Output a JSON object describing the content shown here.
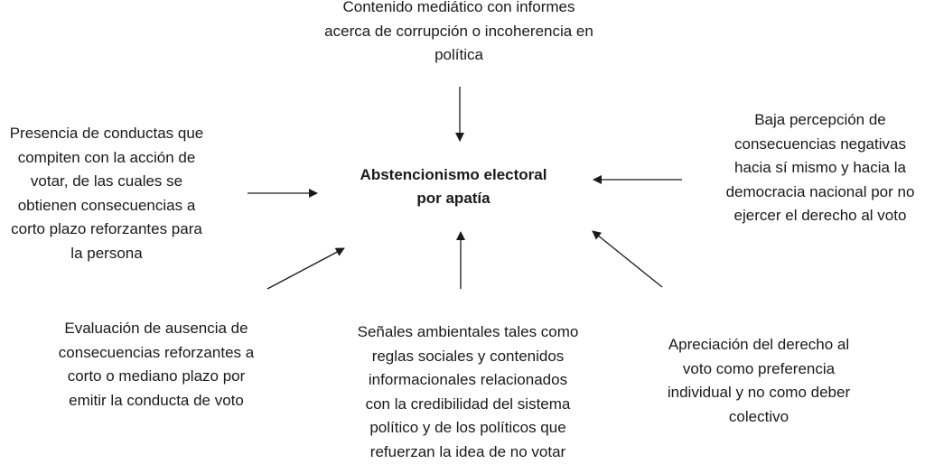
{
  "center": {
    "line1": "Abstencionismo electoral",
    "line2": "por apatía"
  },
  "nodes": {
    "top": [
      "Contenido mediático con informes",
      "acerca de corrupción o incoherencia en",
      "política"
    ],
    "left": [
      "Presencia de conductas que",
      "compiten con la acción de",
      "votar, de las cuales se",
      "obtienen consecuencias a",
      "corto plazo reforzantes para",
      "la persona"
    ],
    "right": [
      "Baja percepción de",
      "consecuencias negativas",
      "hacia sí mismo y hacia la",
      "democracia nacional por no",
      "ejercer el derecho al voto"
    ],
    "bottom_left": [
      "Evaluación de ausencia de",
      "consecuencias reforzantes a",
      "corto o mediano plazo por",
      "emitir la conducta de voto"
    ],
    "bottom_center": [
      "Señales ambientales tales como",
      "reglas sociales y contenidos",
      "informacionales relacionados",
      "con la credibilidad del sistema",
      "político y de los políticos que",
      "refuerzan la idea de no votar"
    ],
    "bottom_right": [
      "Apreciación del derecho al",
      "voto como preferencia",
      "individual y no como deber",
      "colectivo"
    ]
  },
  "colors": {
    "text": "#1a1a1a",
    "arrow": "#1a1a1a"
  }
}
